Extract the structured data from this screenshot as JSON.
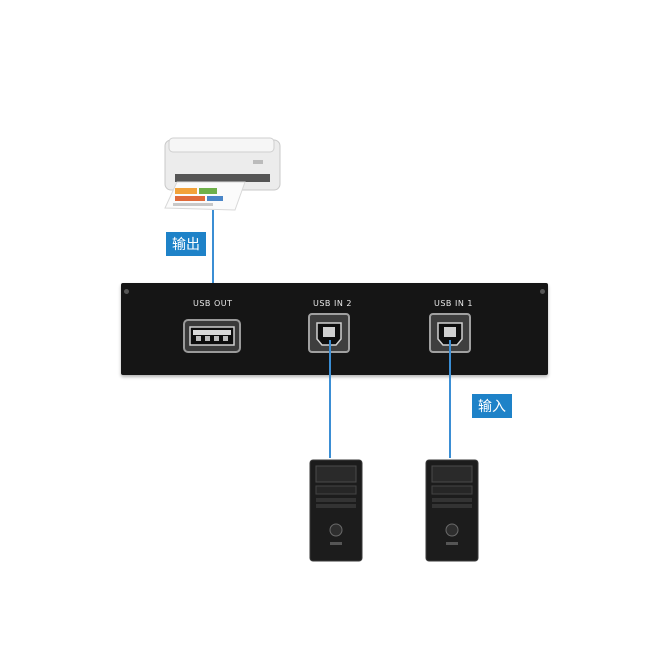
{
  "labels": {
    "output_tag": "输出",
    "input_tag": "输入"
  },
  "device": {
    "ports": [
      {
        "label": "USB OUT"
      },
      {
        "label": "USB IN 2"
      },
      {
        "label": "USB IN 1"
      }
    ]
  },
  "colors": {
    "cable": "#3b8ed4",
    "tag_bg": "#1e82c8",
    "switch_body": "#151515"
  },
  "icons": {
    "printer": "printer-icon",
    "computer_left": "desktop-computer-icon",
    "computer_right": "desktop-computer-icon",
    "usb_a_port": "usb-a-port-icon",
    "usb_b_port": "usb-b-port-icon"
  }
}
